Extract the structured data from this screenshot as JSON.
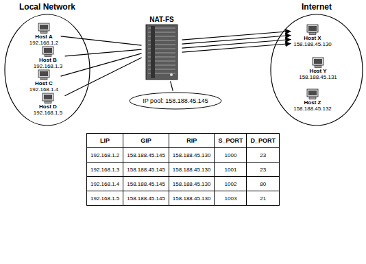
{
  "diagram": {
    "nodes": [
      {
        "text": [
          "Local Network"
        ]
      },
      {
        "text": [
          "Host A",
          "192.168.1.2"
        ],
        "in": 0
      },
      {
        "text": [
          "Host B",
          "192.168.1.3"
        ],
        "in": 0
      },
      {
        "text": [
          "Host C",
          "192.168.1.4"
        ],
        "in": 0
      },
      {
        "text": [
          "Host D",
          "192.168.1.5"
        ],
        "in": 0
      },
      {
        "text": [
          "NAT-FS"
        ]
      },
      {
        "text": [
          "IP pool: 158.188.45.145"
        ]
      },
      {
        "text": [
          "Internet"
        ]
      },
      {
        "text": [
          "Host X",
          "158.188.45.130"
        ],
        "in": 7
      },
      {
        "text": [
          "Host Y",
          "158.188.45.131"
        ],
        "in": 7
      },
      {
        "text": [
          "Host Z",
          "158.188.45.132"
        ],
        "in": 7
      }
    ],
    "edges": [
      {
        "from": 1,
        "to": 5,
        "arrow": "none"
      },
      {
        "from": 2,
        "to": 5,
        "arrow": "none"
      },
      {
        "from": 3,
        "to": 5,
        "arrow": "none"
      },
      {
        "from": 4,
        "to": 5,
        "arrow": "none"
      },
      {
        "from": 5,
        "to": 8,
        "arrow": "to"
      },
      {
        "from": 5,
        "to": 8,
        "arrow": "to"
      },
      {
        "from": 5,
        "to": 8,
        "arrow": "to"
      },
      {
        "from": 5,
        "to": 8,
        "arrow": "to"
      },
      {
        "from": 6,
        "to": 5,
        "arrow": "none"
      }
    ],
    "labels": [
      "LIP",
      "GIP",
      "RIP",
      "S_PORT",
      "D_PORT",
      "192.168.1.2",
      "158.188.45.145",
      "158.188.45.130",
      "1000",
      "23",
      "192.168.1.3",
      "158.188.45.145",
      "158.188.45.130",
      "1001",
      "23",
      "192.168.1.4",
      "158.188.45.145",
      "158.188.45.130",
      "1002",
      "80",
      "192.168.1.5",
      "158.188.45.145",
      "158.188.45.130",
      "1003",
      "21"
    ]
  }
}
